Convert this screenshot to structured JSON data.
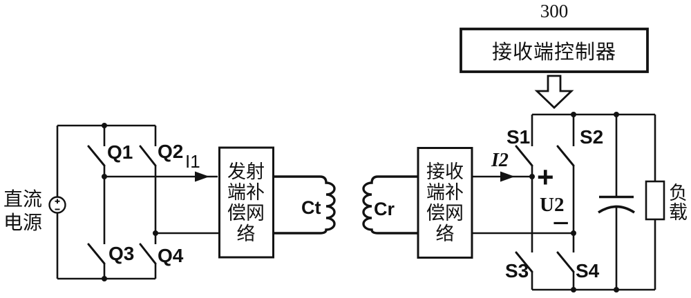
{
  "controller": {
    "ref_number": "300",
    "label": "接收端控制器"
  },
  "dc_source": {
    "line1": "直流",
    "line2": "电源"
  },
  "inverter": {
    "q1": "Q1",
    "q2": "Q2",
    "q3": "Q3",
    "q4": "Q4"
  },
  "currents": {
    "i1": "I1",
    "i2": "I2"
  },
  "tx_network": {
    "line1": "发射",
    "line2": "端补",
    "line3": "偿网",
    "line4": "络"
  },
  "rx_network": {
    "line1": "接收",
    "line2": "端补",
    "line3": "偿网",
    "line4": "络"
  },
  "coils": {
    "tx": "Ct",
    "rx": "Cr"
  },
  "rectifier": {
    "s1": "S1",
    "s2": "S2",
    "s3": "S3",
    "s4": "S4"
  },
  "output": {
    "plus": "+",
    "voltage": "U2",
    "minus": "−"
  },
  "load": {
    "line1": "负",
    "line2": "载"
  },
  "colors": {
    "line": "#121212",
    "background": "#ffffff"
  }
}
